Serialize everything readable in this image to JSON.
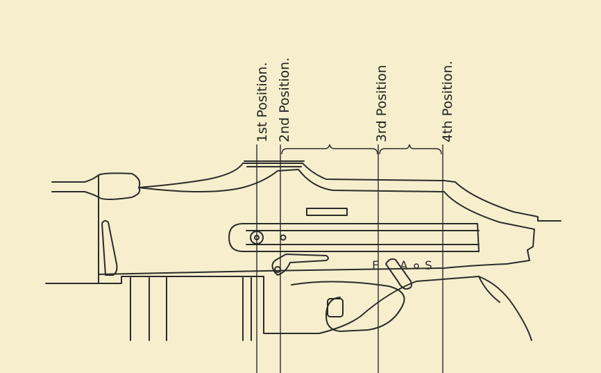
{
  "title": "Selector lever positions diagram",
  "positions": [
    {
      "label": "1st Position."
    },
    {
      "label": "2nd Position."
    },
    {
      "label": "3rd Position"
    },
    {
      "label": "4th Position."
    }
  ],
  "selector_marks": {
    "fire": "F",
    "auto": "A",
    "safe": "S"
  },
  "colors": {
    "paper": "#f6eecd",
    "ink": "#2a2a2a"
  }
}
